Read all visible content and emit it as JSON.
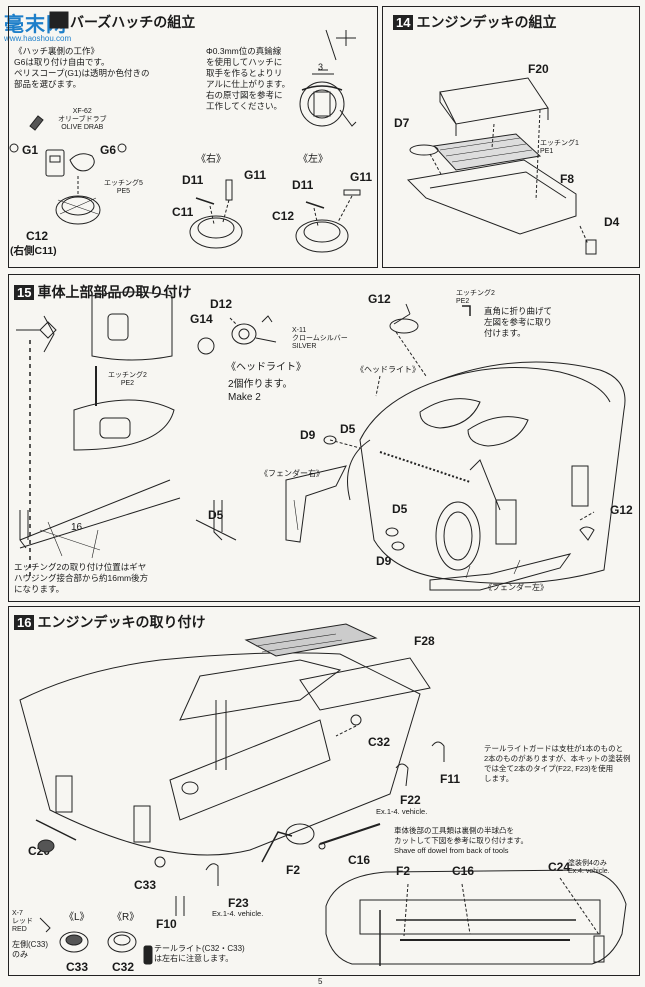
{
  "watermark": {
    "logo_text": "毫末网",
    "url": "www.haoshou.com"
  },
  "page_number": "5",
  "step13": {
    "title": "バーズハッチの組立",
    "note_left": "《ハッチ裏側の工作》\nG6は取り付け自由です。\nペリスコープ(G1)は透明か色付きの\n部品を選びます。",
    "note_right": "Φ0.3mm位の真鍮線\nを使用してハッチに\n取手を作るとよりリ\nアルに仕上がります。\n右の原寸図を参考に\n工作してください。",
    "dim": "3",
    "paint_ref": "XF-62\nオリーブドラブ\nOLIVE DRAB",
    "etching_ref": "エッチング5\nPE5",
    "right_title": "《右》",
    "left_title": "《左》",
    "labels": {
      "g1": "G1",
      "g6": "G6",
      "c12": "C12",
      "c12_note": "(右側C11)",
      "d11a": "D11",
      "g11a": "G11",
      "c11": "C11",
      "d11b": "D11",
      "g11b": "G11",
      "c12b": "C12"
    }
  },
  "step14": {
    "title": "エンジンデッキの組立",
    "labels": {
      "f20": "F20",
      "d7": "D7",
      "f8": "F8",
      "d4": "D4"
    },
    "etching_ref": "エッチング1\nPE1"
  },
  "step15": {
    "title": "車体上部部品の取り付け",
    "etching_ref_left": "エッチング2\nPE2",
    "dim": "16",
    "note_bottom": "エッチング2の取り付け位置はギヤ\nハウジング接合部から約16mm後方\nになります。",
    "d12": "D12",
    "g14": "G14",
    "silver_ref": "X-11\nクロームシルバー\nSILVER",
    "headlight_title": "《ヘッドライト》",
    "headlight_note": "2個作ります。\nMake 2",
    "d5": "D5",
    "g12a": "G12",
    "etching_ref_right": "エッチング2\nPE2",
    "bend_note": "直角に折り曲げて\n左図を参考に取り\n付けます。",
    "headlight_tag": "《ヘッドライト》",
    "d9a": "D9",
    "d5b": "D5",
    "fender_right": "《フェンダー右》",
    "d5c": "D5",
    "d9b": "D9",
    "g12b": "G12",
    "fender_left": "《フェンダー左》"
  },
  "step16": {
    "title": "エンジンデッキの取り付け",
    "labels": {
      "f28": "F28",
      "c32": "C32",
      "f11": "F11",
      "f22": "F22",
      "c20": "C20",
      "c16": "C16",
      "f2": "F2",
      "c33": "C33",
      "f23": "F23",
      "f10": "F10",
      "f2b": "F2",
      "c16b": "C16",
      "c24": "C24"
    },
    "f22_note": "Ex.1-4. vehicle.",
    "f23_note": "Ex.1-4. vehicle.",
    "taillight_note": "テールライトガードは支柱が1本のものと\n2本のものがありますが、本キットの塗装例\nでは全て2本のタイプ(F22, F23)を使用\nします。",
    "tools_note": "車体後部の工具類は裏側の半球凸を\nカットして下図を参考に取り付けます。\nShave off dowel from back of tools",
    "c24_note": "塗装例4のみ\nEx.4. vehicle.",
    "paint_red": "X-7\nレッド\nRED",
    "left_tag": "《L》",
    "right_tag": "《R》",
    "left_note": "左側(C33)\nのみ",
    "c33b": "C33",
    "c32b": "C32",
    "tail_caution": "テールライト(C32・C33)\nは左右に注意します。"
  }
}
